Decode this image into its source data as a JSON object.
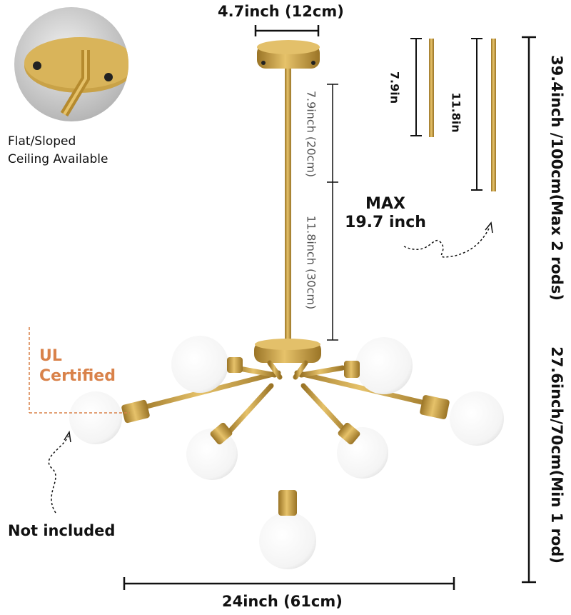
{
  "inset": {
    "caption_line1": "Flat/Sloped",
    "caption_line2": "Ceiling Available"
  },
  "dimensions": {
    "canopy_width": "4.7inch (12cm)",
    "rod_top": "7.9inch (20cm)",
    "rod_bottom": "11.8inch (30cm)",
    "max_label_line1": "MAX",
    "max_label_line2": "19.7 inch",
    "rod_short": "7.9in",
    "rod_long": "11.8in",
    "total_max": "39.4inch /100cm(Max 2 rods)",
    "total_min": "27.6inch/70cm(Min 1 rod)",
    "width": "24inch (61cm)"
  },
  "callouts": {
    "ul_line1": "UL",
    "ul_line2": "Certified",
    "bulbs": "Not included"
  },
  "colors": {
    "brass": "#c9a247",
    "brass_dark": "#8a6a1f",
    "accent": "#d9824a"
  }
}
